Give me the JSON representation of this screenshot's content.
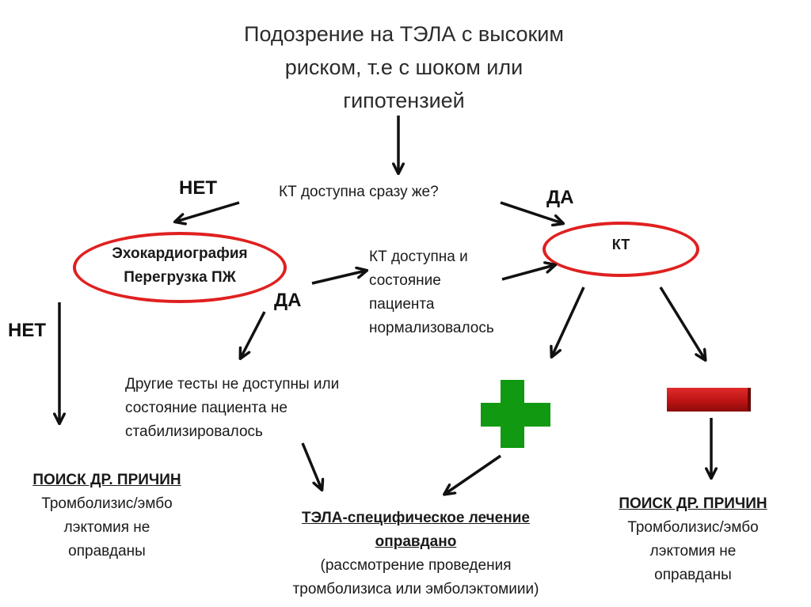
{
  "title_lines": [
    "Подозрение на ТЭЛА с высоким",
    "риском, т.е с шоком или",
    "гипотензией"
  ],
  "question_ct": "КТ доступна сразу же?",
  "labels": {
    "no_top": "НЕТ",
    "yes_top": "ДА",
    "yes_mid": "ДА",
    "no_left": "НЕТ"
  },
  "echo_box": {
    "lines": [
      "Эхокардиография",
      "Перегрузка ПЖ"
    ]
  },
  "ct_box": {
    "label": "КТ"
  },
  "ct_available_lines": [
    "КТ доступна и",
    "состояние",
    "пациента",
    "нормализовалось"
  ],
  "other_tests_lines": [
    "Другие тесты не доступны или",
    "состояние пациента не",
    "стабилизировалось"
  ],
  "left_result": {
    "heading": "ПОИСК ДР. ПРИЧИН",
    "lines": [
      "Тромболизис/эмбо",
      "лэктомия не",
      "оправданы"
    ]
  },
  "right_result": {
    "heading": "ПОИСК ДР. ПРИЧИН",
    "lines": [
      "Тромболизис/эмбо",
      "лэктомия не",
      "оправданы"
    ]
  },
  "center_result": {
    "heading_lines": [
      "ТЭЛА-специфическое лечение",
      "оправдано"
    ],
    "lines": [
      "(рассмотрение проведения",
      "тромболизиса или эмболэктомиии)"
    ]
  },
  "icons": {
    "positive": "plus-icon",
    "negative": "minus-icon"
  },
  "colors": {
    "ellipse_border": "#e02020",
    "plus": "#119911",
    "minus": "#c01818"
  }
}
